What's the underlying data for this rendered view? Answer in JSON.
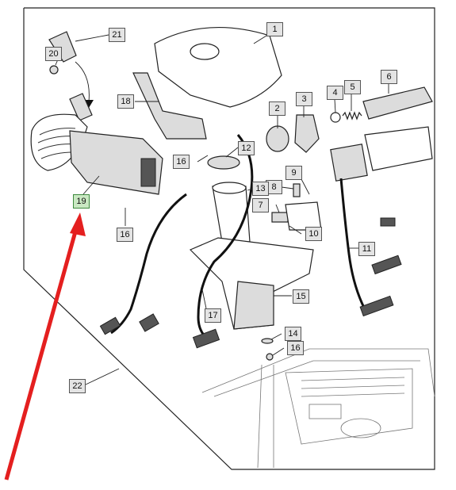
{
  "callouts": [
    {
      "label": "1"
    },
    {
      "label": "2"
    },
    {
      "label": "3"
    },
    {
      "label": "4"
    },
    {
      "label": "5"
    },
    {
      "label": "6"
    },
    {
      "label": "7"
    },
    {
      "label": "8"
    },
    {
      "label": "9"
    },
    {
      "label": "10"
    },
    {
      "label": "11"
    },
    {
      "label": "12"
    },
    {
      "label": "13"
    },
    {
      "label": "14"
    },
    {
      "label": "15"
    },
    {
      "label": "16"
    },
    {
      "label": "16"
    },
    {
      "label": "16"
    },
    {
      "label": "17"
    },
    {
      "label": "18"
    },
    {
      "label": "19",
      "highlighted": true
    },
    {
      "label": "20"
    },
    {
      "label": "21"
    },
    {
      "label": "22"
    }
  ],
  "colors": {
    "arrow": "#e41f1f",
    "highlight_fill": "#c9e8c2",
    "callout_fill": "#e4e4e4"
  }
}
